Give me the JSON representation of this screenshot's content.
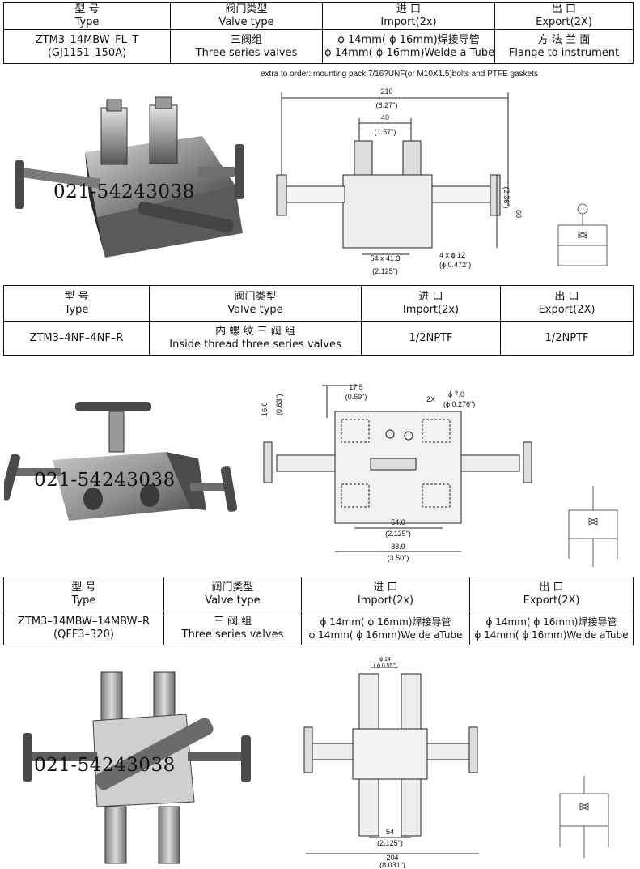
{
  "sections": [
    {
      "headers": [
        {
          "cn": "型  号",
          "en": "Type"
        },
        {
          "cn": "阀门类型",
          "en": "Valve type"
        },
        {
          "cn": "进  口",
          "en": "Import(2x)"
        },
        {
          "cn": "出  口",
          "en": "Export(2X)"
        }
      ],
      "row": [
        {
          "l1": "ZTM3–14MBW–FL–T",
          "l2": "(GJ1151–150A)"
        },
        {
          "l1": "三阀组",
          "l2": "Three series valves"
        },
        {
          "l1": "ϕ 14mm( ϕ 16mm)焊接导管",
          "l2": "ϕ 14mm( ϕ 16mm)Welde a Tube"
        },
        {
          "l1": "方 法 兰 面",
          "l2": "Flange  to  instrument"
        }
      ],
      "note": "extra to order: mounting pack 7/16?UNF(or M10X1.5)bolts and PTFE gaskets",
      "watermark": "021-54243038",
      "dims": {
        "overall": "210",
        "overall_in": "(8.27\")",
        "center": "40",
        "center_in": "(1.57\")",
        "height": "60",
        "height_in": "(2.36\")",
        "base": "54 x 41.3",
        "base_in": "(2.125\")",
        "hole": "4 x ϕ 12",
        "hole_in": "(ϕ 0.472\")"
      }
    },
    {
      "headers": [
        {
          "cn": "型  号",
          "en": "Type"
        },
        {
          "cn": "阀门类型",
          "en": "Valve type"
        },
        {
          "cn": "进  口",
          "en": "Import(2x)"
        },
        {
          "cn": "出  口",
          "en": "Export(2X)"
        }
      ],
      "row": [
        {
          "l1": "ZTM3–4NF–4NF–R",
          "l2": ""
        },
        {
          "l1": "内 螺 纹 三 阀 组",
          "l2": "Inside thread three series valves"
        },
        {
          "l1": "1/2NPTF",
          "l2": ""
        },
        {
          "l1": "1/2NPTF",
          "l2": ""
        }
      ],
      "watermark": "021-54243038",
      "dims": {
        "top": "16.0",
        "top_in": "(0.63\")",
        "offset": "17.5",
        "offset_in": "(0.69\")",
        "holes": "2X",
        "hole": "ϕ 7.0",
        "hole_in": "(ϕ 0.276\")",
        "center": "54.0",
        "center_in": "(2.125\")",
        "overall": "88.9",
        "overall_in": "(3.50\")"
      }
    },
    {
      "headers": [
        {
          "cn": "型  号",
          "en": "Type"
        },
        {
          "cn": "阀门类型",
          "en": "Valve type"
        },
        {
          "cn": "进  口",
          "en": "Import(2x)"
        },
        {
          "cn": "出  口",
          "en": "Export(2X)"
        }
      ],
      "row": [
        {
          "l1": "ZTM3–14MBW–14MBW–R",
          "l2": "(QFF3–320)"
        },
        {
          "l1": "三 阀 组",
          "l2": "Three series valves"
        },
        {
          "l1": "ϕ 14mm( ϕ 16mm)焊接导管",
          "l2": "ϕ 14mm( ϕ 16mm)Welde aTube"
        },
        {
          "l1": "ϕ 14mm( ϕ 16mm)焊接导管",
          "l2": "ϕ 14mm( ϕ 16mm)Welde aTube"
        }
      ],
      "watermark": "021-54243038",
      "dims": {
        "top": "ϕ 14",
        "top_in": "( ϕ 0.55\")",
        "center": "54",
        "center_in": "(2.125\")",
        "overall": "204",
        "overall_in": "(8.031\")"
      }
    }
  ]
}
